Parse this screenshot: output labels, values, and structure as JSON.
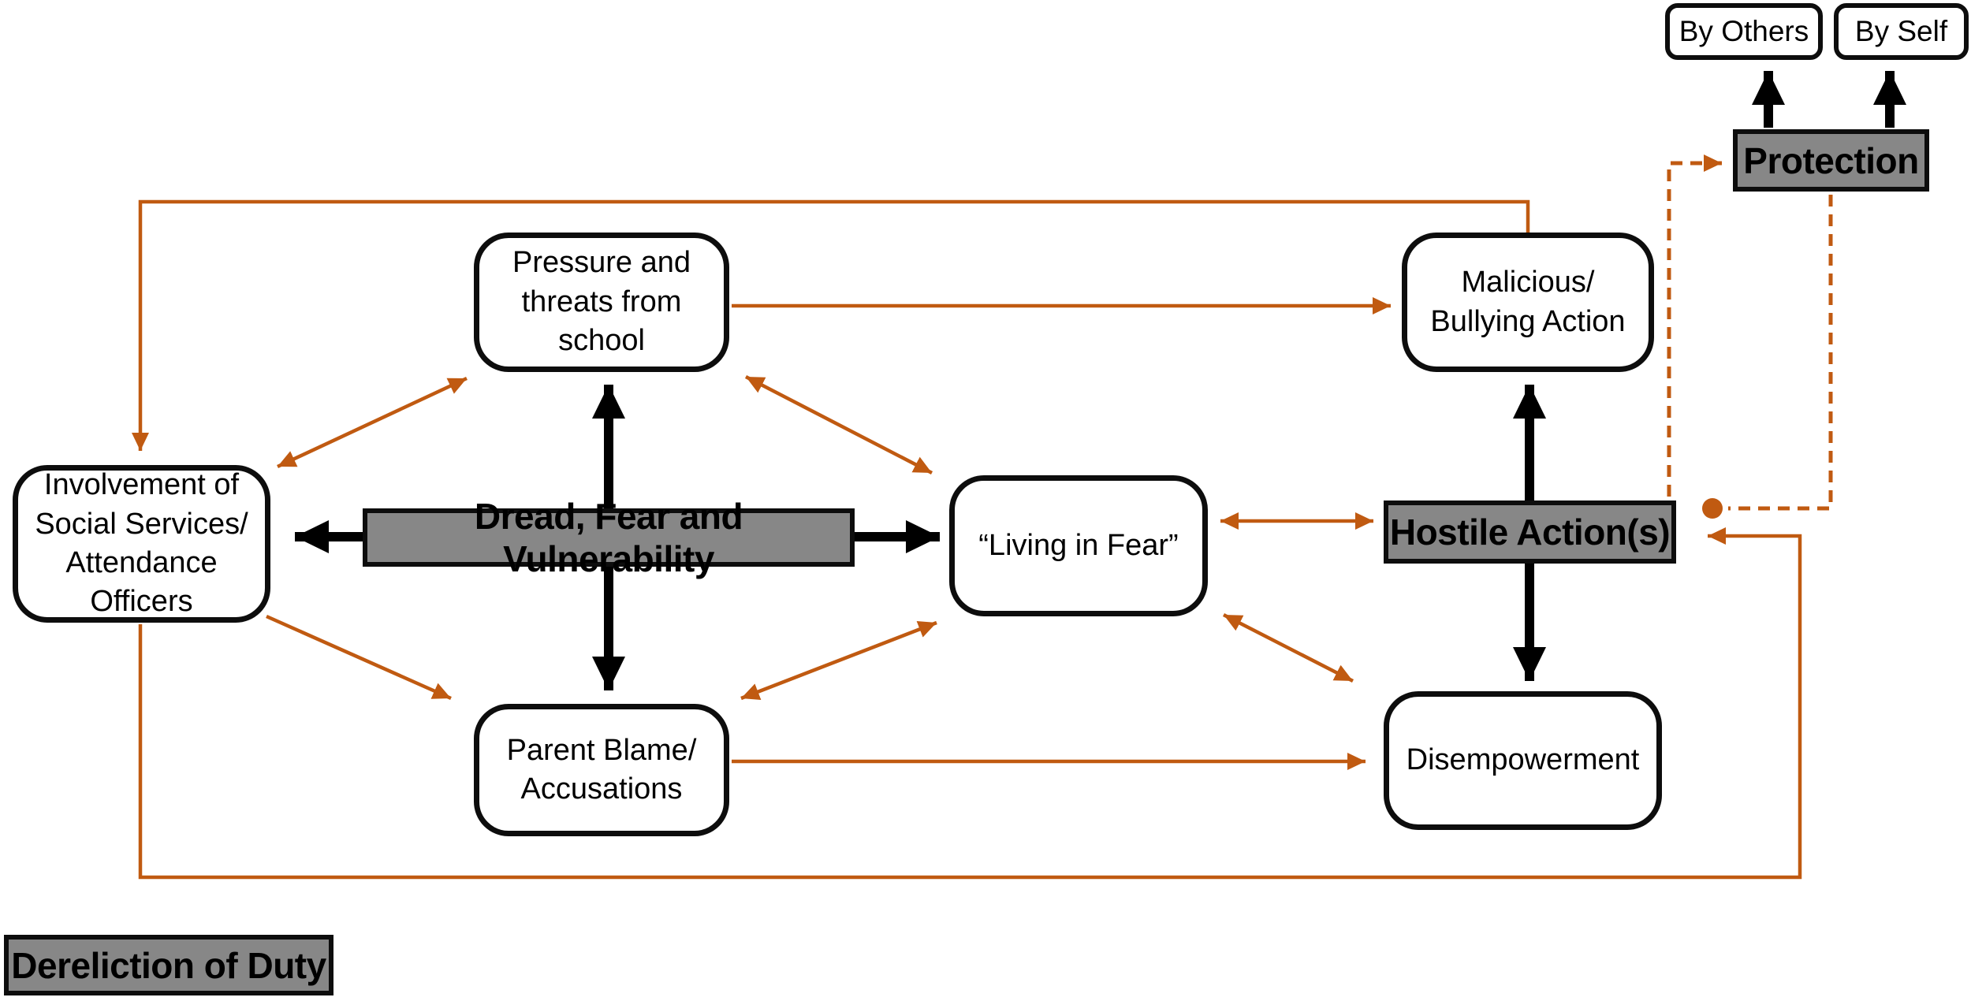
{
  "colors": {
    "connector": "#C05A11",
    "gray_fill": "#878787",
    "white_fill": "#FFFFFF",
    "box_border": "#0D0D0D",
    "arrow_black": "#000000",
    "text_color": "#000000"
  },
  "nodes": {
    "involvement": {
      "label": "Involvement of\nSocial Services/\nAttendance\nOfficers"
    },
    "pressure": {
      "label": "Pressure and\nthreats from\nschool"
    },
    "dread": {
      "label": "Dread, Fear and Vulnerability"
    },
    "parent_blame": {
      "label": "Parent Blame/\nAccusations"
    },
    "living_in_fear": {
      "label": "“Living in Fear”"
    },
    "malicious": {
      "label": "Malicious/\nBullying Action"
    },
    "hostile": {
      "label": "Hostile Action(s)"
    },
    "disempowerment": {
      "label": "Disempowerment"
    },
    "protection": {
      "label": "Protection"
    },
    "by_others": {
      "label": "By Others"
    },
    "by_self": {
      "label": "By Self"
    },
    "dereliction": {
      "label": "Dereliction of Duty"
    }
  }
}
